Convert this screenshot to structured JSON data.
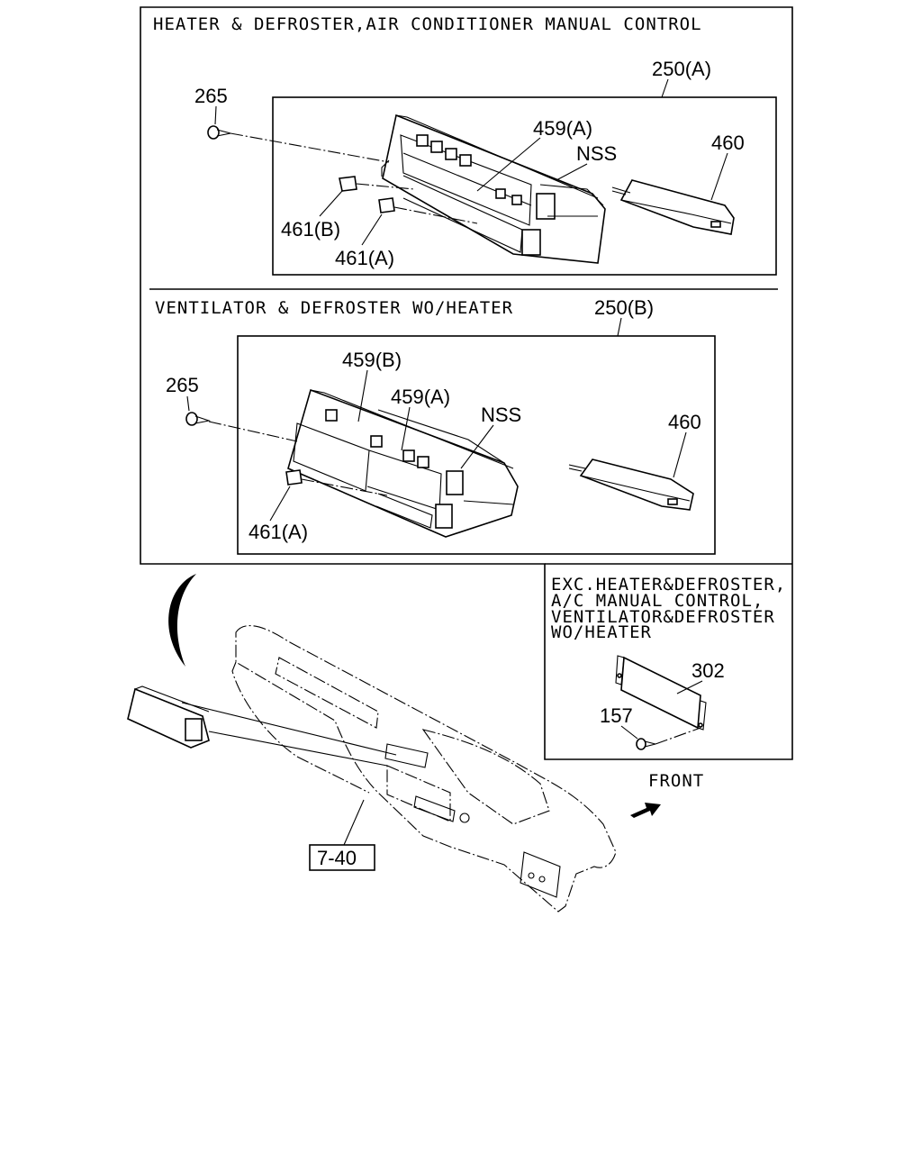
{
  "panels": {
    "heater_ac": {
      "title": "HEATER & DEFROSTER,AIR CONDITIONER MANUAL CONTROL",
      "assembly": "250(A)",
      "parts": {
        "screw": "265",
        "panel": "459(A)",
        "nss": "NSS",
        "module": "460",
        "knob_b": "461(B)",
        "knob_a": "461(A)"
      }
    },
    "ventilator": {
      "title": "VENTILATOR & DEFROSTER WO/HEATER",
      "assembly": "250(B)",
      "parts": {
        "screw": "265",
        "panel_b": "459(B)",
        "panel_a": "459(A)",
        "nss": "NSS",
        "module": "460",
        "knob_a": "461(A)"
      }
    },
    "exc": {
      "title_lines": [
        "EXC.HEATER&DEFROSTER,",
        "A/C MANUAL CONTROL,",
        "VENTILATOR&DEFROSTER",
        "WO/HEATER"
      ],
      "parts": {
        "cover": "302",
        "screw": "157"
      }
    }
  },
  "dashboard": {
    "ref": "7-40",
    "front_label": "FRONT"
  }
}
